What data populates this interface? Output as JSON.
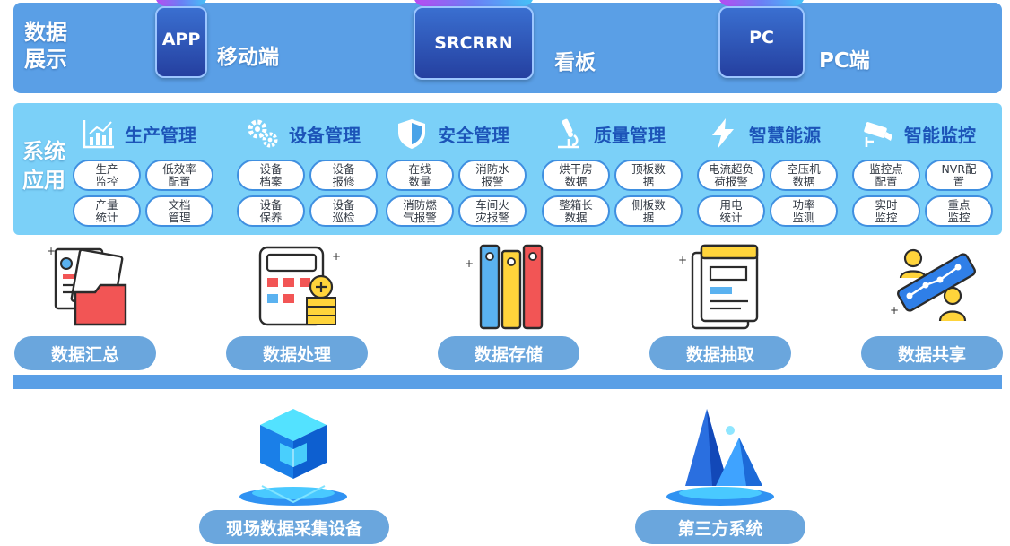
{
  "display": {
    "title": "数据\n展示",
    "devices": [
      {
        "screen": "APP",
        "label": "移动端"
      },
      {
        "screen": "SRCRRN",
        "label": "看板"
      },
      {
        "screen": "PC",
        "label": "PC端"
      }
    ]
  },
  "apps": {
    "title": "系统\n应用",
    "modules": [
      {
        "title": "生产管理",
        "icon": "chart-icon",
        "items": [
          "生产\n监控",
          "低效率\n配置",
          "产量\n统计",
          "文档\n管理"
        ]
      },
      {
        "title": "设备管理",
        "icon": "gears-icon",
        "items": [
          "设备\n档案",
          "设备\n报修",
          "设备\n保养",
          "设备\n巡检"
        ]
      },
      {
        "title": "安全管理",
        "icon": "shield-icon",
        "items": [
          "在线\n数量",
          "消防水\n报警",
          "消防燃\n气报警",
          "车间火\n灾报警"
        ]
      },
      {
        "title": "质量管理",
        "icon": "microscope-icon",
        "items": [
          "烘干房\n数据",
          "顶板数\n据",
          "整箱长\n数据",
          "侧板数\n据"
        ]
      },
      {
        "title": "智慧能源",
        "icon": "lightning-icon",
        "items": [
          "电流超负\n荷报警",
          "空压机\n数据",
          "用电\n统计",
          "功率\n监测"
        ]
      },
      {
        "title": "智能监控",
        "icon": "camera-icon",
        "items": [
          "监控点\n配置",
          "NVR配\n置",
          "实时\n监控",
          "重点\n监控"
        ]
      }
    ]
  },
  "processing": [
    {
      "label": "数据汇总",
      "icon": "documents-folder-icon"
    },
    {
      "label": "数据处理",
      "icon": "calculator-coins-icon"
    },
    {
      "label": "数据存储",
      "icon": "books-icon"
    },
    {
      "label": "数据抽取",
      "icon": "document-extract-icon"
    },
    {
      "label": "数据共享",
      "icon": "network-share-icon"
    }
  ],
  "sources": [
    {
      "label": "现场数据采集设备",
      "icon": "cube-platform-icon"
    },
    {
      "label": "第三方系统",
      "icon": "pyramids-platform-icon"
    }
  ],
  "colors": {
    "top_band": "#5a9fe6",
    "app_band": "#7bd0f8",
    "module_title": "#1c54b8",
    "pill_border": "#3f8fe0",
    "process_button": "#6aa6dd"
  }
}
